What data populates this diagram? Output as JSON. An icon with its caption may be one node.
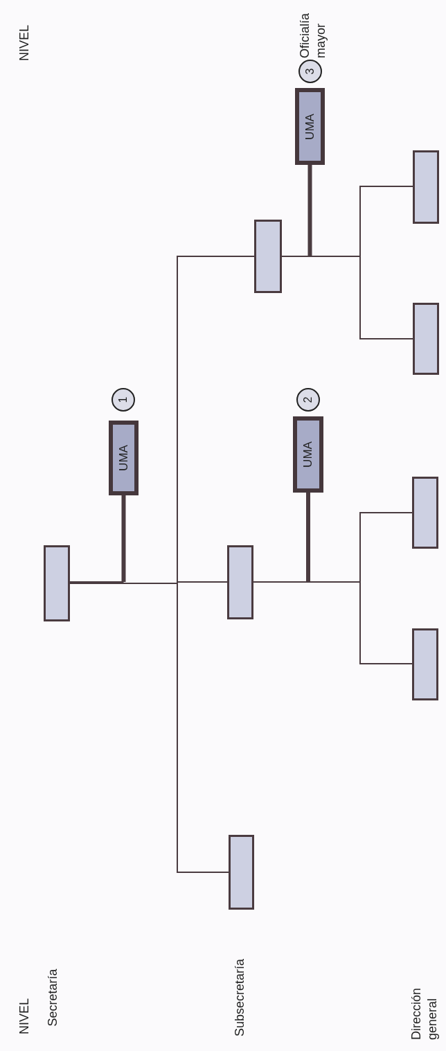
{
  "diagram": {
    "nodes": [
      {
        "text": [],
        "shape": "box"
      },
      {
        "text": [],
        "shape": "box"
      },
      {
        "text": [],
        "shape": "box"
      },
      {
        "text": [],
        "shape": "box"
      },
      {
        "text": [],
        "shape": "box"
      },
      {
        "text": [],
        "shape": "box"
      },
      {
        "text": [],
        "shape": "box"
      },
      {
        "text": [],
        "shape": "box"
      },
      {
        "text": [
          "UMA"
        ]
      },
      {
        "text": [
          "UMA"
        ]
      },
      {
        "text": [
          "UMA"
        ]
      },
      {
        "text": [
          "1"
        ]
      },
      {
        "text": [
          "2"
        ]
      },
      {
        "text": [
          "3"
        ]
      }
    ],
    "edges": [
      {
        "from": 0,
        "to": 1,
        "arrow": "none"
      },
      {
        "from": 0,
        "to": 2,
        "arrow": "none"
      },
      {
        "from": 0,
        "to": 3,
        "arrow": "none"
      },
      {
        "from": 1,
        "to": 4,
        "arrow": "none"
      },
      {
        "from": 1,
        "to": 5,
        "arrow": "none"
      },
      {
        "from": 2,
        "to": 6,
        "arrow": "none"
      },
      {
        "from": 2,
        "to": 7,
        "arrow": "none"
      },
      {
        "from": 8,
        "to": 0,
        "arrow": "none",
        "style": "thick"
      },
      {
        "from": 9,
        "to": 2,
        "arrow": "none",
        "style": "thick"
      },
      {
        "from": 10,
        "to": 1,
        "arrow": "none",
        "style": "thick"
      }
    ],
    "labels": [
      "NIVEL",
      "Oficialía mayor",
      "NIVEL",
      "Secretaría",
      "Subsecretaría",
      "Dirección general"
    ]
  }
}
